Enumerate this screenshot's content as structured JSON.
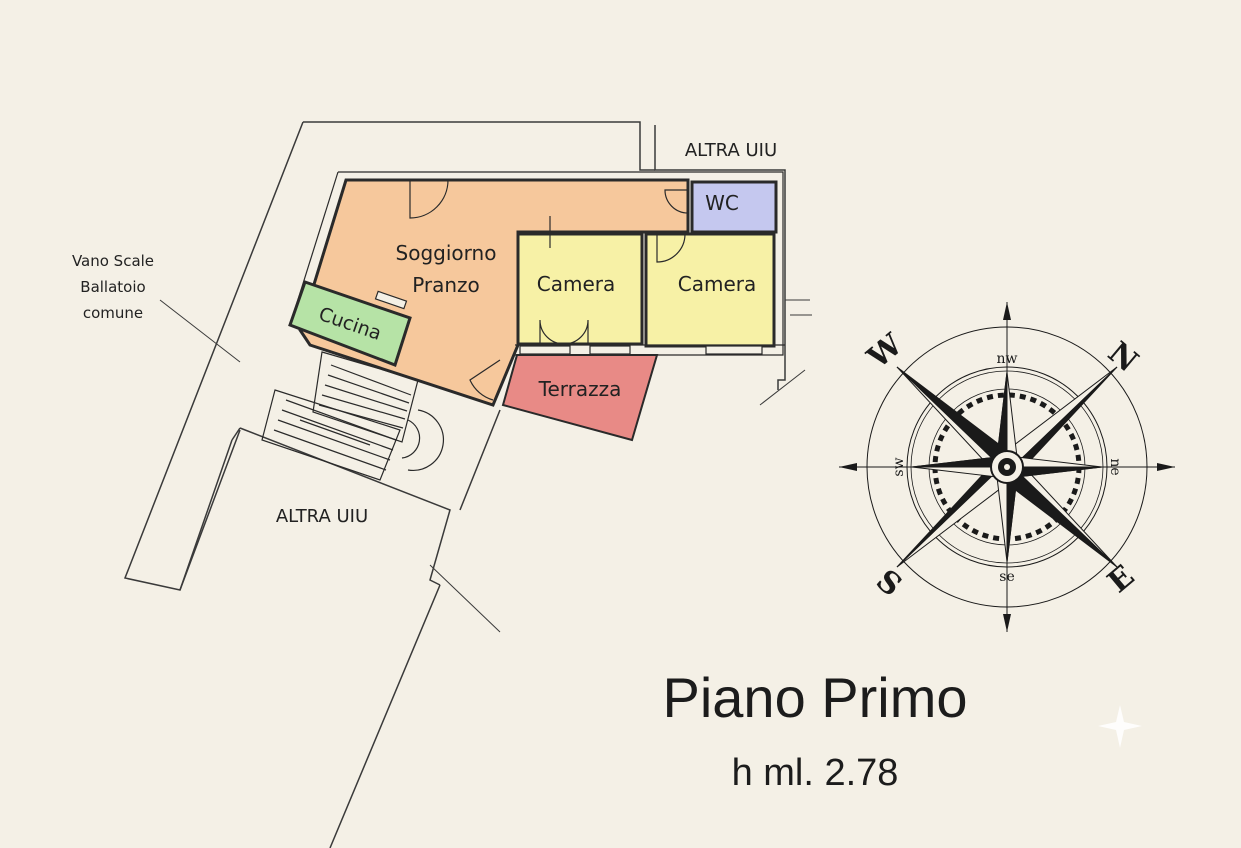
{
  "rooms": {
    "soggiorno_line1": "Soggiorno",
    "soggiorno_line2": "Pranzo",
    "cucina": "Cucina",
    "camera_1": "Camera",
    "camera_2": "Camera",
    "wc": "WC",
    "terrazza": "Terrazza"
  },
  "labels": {
    "altra_uiu_top": "ALTRA UIU",
    "altra_uiu_bottom": "ALTRA UIU",
    "vano_line1": "Vano Scale",
    "vano_line2": "Ballatoio",
    "vano_line3": "comune"
  },
  "compass": {
    "N": "N",
    "S": "S",
    "E": "E",
    "W": "W",
    "nw": "nw",
    "ne": "ne",
    "sw": "sw",
    "se": "se"
  },
  "title": "Piano Primo",
  "height": "h ml. 2.78",
  "colors": {
    "soggiorno": "#f6c89c",
    "cucina": "#b6e3a6",
    "camera": "#f7f1a6",
    "wc": "#c5c8ef",
    "terrazza": "#e88a86",
    "paper": "#f4f0e6",
    "ink": "#2a2a2a"
  }
}
